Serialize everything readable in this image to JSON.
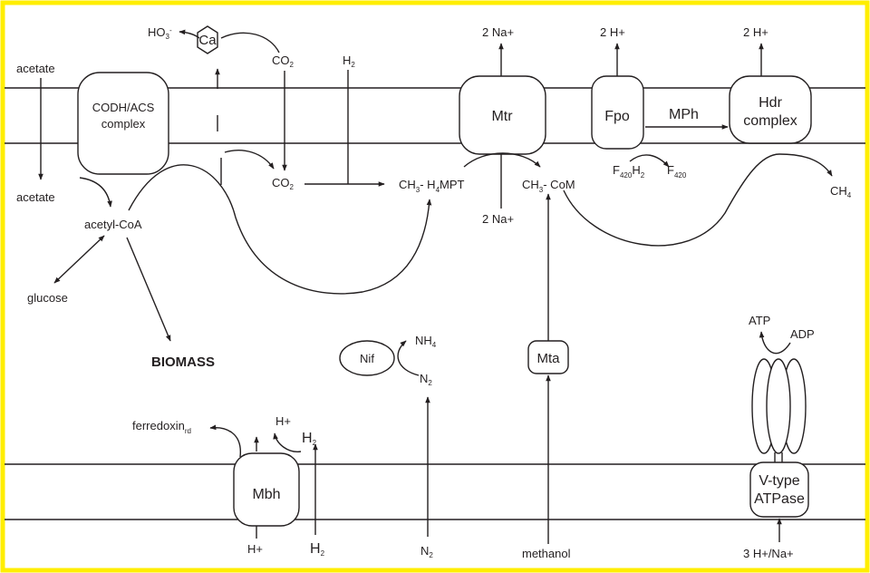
{
  "colors": {
    "frame": "#ffee00",
    "ink": "#231f20",
    "background": "#ffffff"
  },
  "labels": {
    "acetate_outside": "acetate",
    "acetate_inside": "acetate",
    "acetyl_coa": "acetyl-CoA",
    "glucose": "glucose",
    "biomass": "BIOMASS",
    "ho3": "HO",
    "ho3_sub": "3",
    "ho3_sup": "-",
    "co2_top": "CO",
    "co2_top_sub": "2",
    "co2_mid": "CO",
    "co2_mid_sub": "2",
    "h2_top": "H",
    "h2_top_sub": "2",
    "ch3_h4mpt_a": "CH",
    "ch3_h4mpt_sub1": "3",
    "ch3_h4mpt_b": "- H",
    "ch3_h4mpt_sub2": "4",
    "ch3_h4mpt_c": "MPT",
    "ch3_com_a": "CH",
    "ch3_com_sub": "3",
    "ch3_com_b": "- CoM",
    "na_out": "2 Na+",
    "na_in": "2 Na+",
    "fpo_h_out": "2 H+",
    "hdr_h_out": "2 H+",
    "mph": "MPh",
    "f420h2_a": "F",
    "f420h2_sub": "420",
    "f420h2_b": "H",
    "f420h2_sub2": "2",
    "f420_a": "F",
    "f420_sub": "420",
    "ch4": "CH",
    "ch4_sub": "4",
    "nh4": "NH",
    "nh4_sub": "4",
    "n2_inner": "N",
    "n2_inner_sub": "2",
    "n2_bottom": "N",
    "n2_bottom_sub": "2",
    "ferredoxin": "ferredoxin",
    "ferredoxin_sub": "rd",
    "h_plus_top": "H+",
    "h2_mbh": "H",
    "h2_mbh_sub": "2",
    "h_plus_bottom": "H+",
    "h2_bottom": "H",
    "h2_bottom_sub": "2",
    "methanol": "methanol",
    "atp": "ATP",
    "adp": "ADP",
    "h_na_bottom": "3 H+/Na+"
  },
  "boxes": {
    "codh_line1": "CODH/ACS",
    "codh_line2": "complex",
    "ca": "Ca",
    "mtr": "Mtr",
    "fpo": "Fpo",
    "hdr_line1": "Hdr",
    "hdr_line2": "complex",
    "nif": "Nif",
    "mta": "Mta",
    "mbh": "Mbh",
    "atpase_line1": "V-type",
    "atpase_line2": "ATPase"
  }
}
